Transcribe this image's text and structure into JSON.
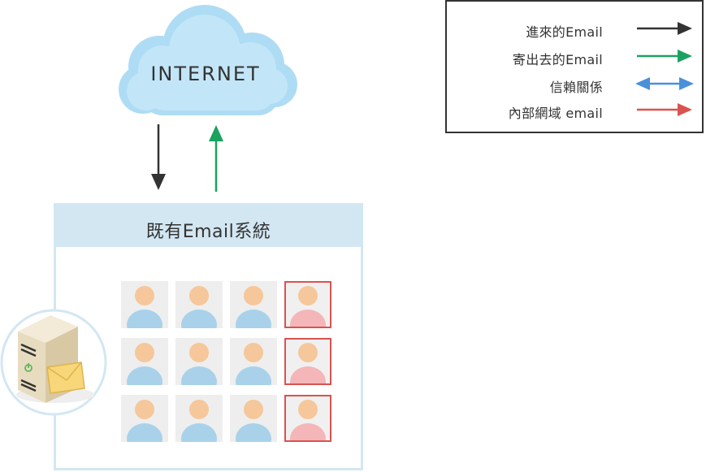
{
  "cloud": {
    "label": "INTERNET"
  },
  "legend": {
    "items": [
      {
        "label": "進來的Email",
        "arrow": "right",
        "color": "#333333"
      },
      {
        "label": "寄出去的Email",
        "arrow": "right",
        "color": "#1aa260"
      },
      {
        "label": "信賴關係",
        "arrow": "both",
        "color": "#4a90d9"
      },
      {
        "label": "內部網域 email",
        "arrow": "right",
        "color": "#d9534f"
      }
    ]
  },
  "system": {
    "title": "既有Email系統"
  },
  "users": {
    "rows": 3,
    "cols": 4,
    "internal_column": 4,
    "colors": {
      "head": "#f5c79a",
      "body_normal": "#a9d2ea",
      "body_internal": "#f4b6b8",
      "highlight": "#d9534f"
    }
  },
  "icons": {
    "server": "server-icon",
    "envelope": "envelope-icon",
    "power": "power-icon"
  }
}
